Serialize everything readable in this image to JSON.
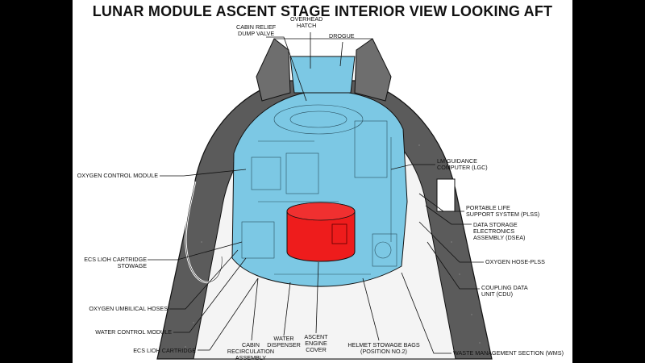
{
  "diagram": {
    "title": "LUNAR MODULE ASCENT STAGE INTERIOR VIEW LOOKING AFT",
    "labels": {
      "cabin_relief": "CABIN RELIEF\nDUMP VALVE",
      "overhead_hatch": "OVERHEAD\nHATCH",
      "drogue": "DROGUE",
      "lgc": "LM GUIDANCE\nCOMPUTER (LGC)",
      "oxygen_control": "OXYGEN CONTROL MODULE",
      "plss": "PORTABLE LIFE\nSUPPORT SYSTEM (PLSS)",
      "dsea": "DATA STORAGE\nELECTRONICS\nASSEMBLY (DSEA)",
      "lioh_stowage": "ECS LIOH CARTRIDGE\nSTOWAGE",
      "oxygen_hose": "OXYGEN HOSE-PLSS",
      "coupling_data": "COUPLING DATA\nUNIT (CDU)",
      "umbilical_hoses": "OXYGEN UMBILICAL HOSES",
      "water_control": "WATER CONTROL MODULE",
      "waste_mgmt": "WASTE MANAGEMENT SECTION (WMS)",
      "lioh_cartridge": "ECS LIOH CARTRIDGE",
      "cabin_recirc": "CABIN\nRECIRCULATION\nASSEMBLY",
      "water_dispenser": "WATER\nDISPENSER",
      "ascent_cover": "ASCENT\nENGINE\nCOVER",
      "helmet_bags": "HELMET STOWAGE BAGS\n(POSITION NO.2)"
    },
    "colors": {
      "interior": "#7cc8e4",
      "engine_cover": "#ee1c1c",
      "hull": "#5b5b5b",
      "lines": "#111111"
    }
  }
}
